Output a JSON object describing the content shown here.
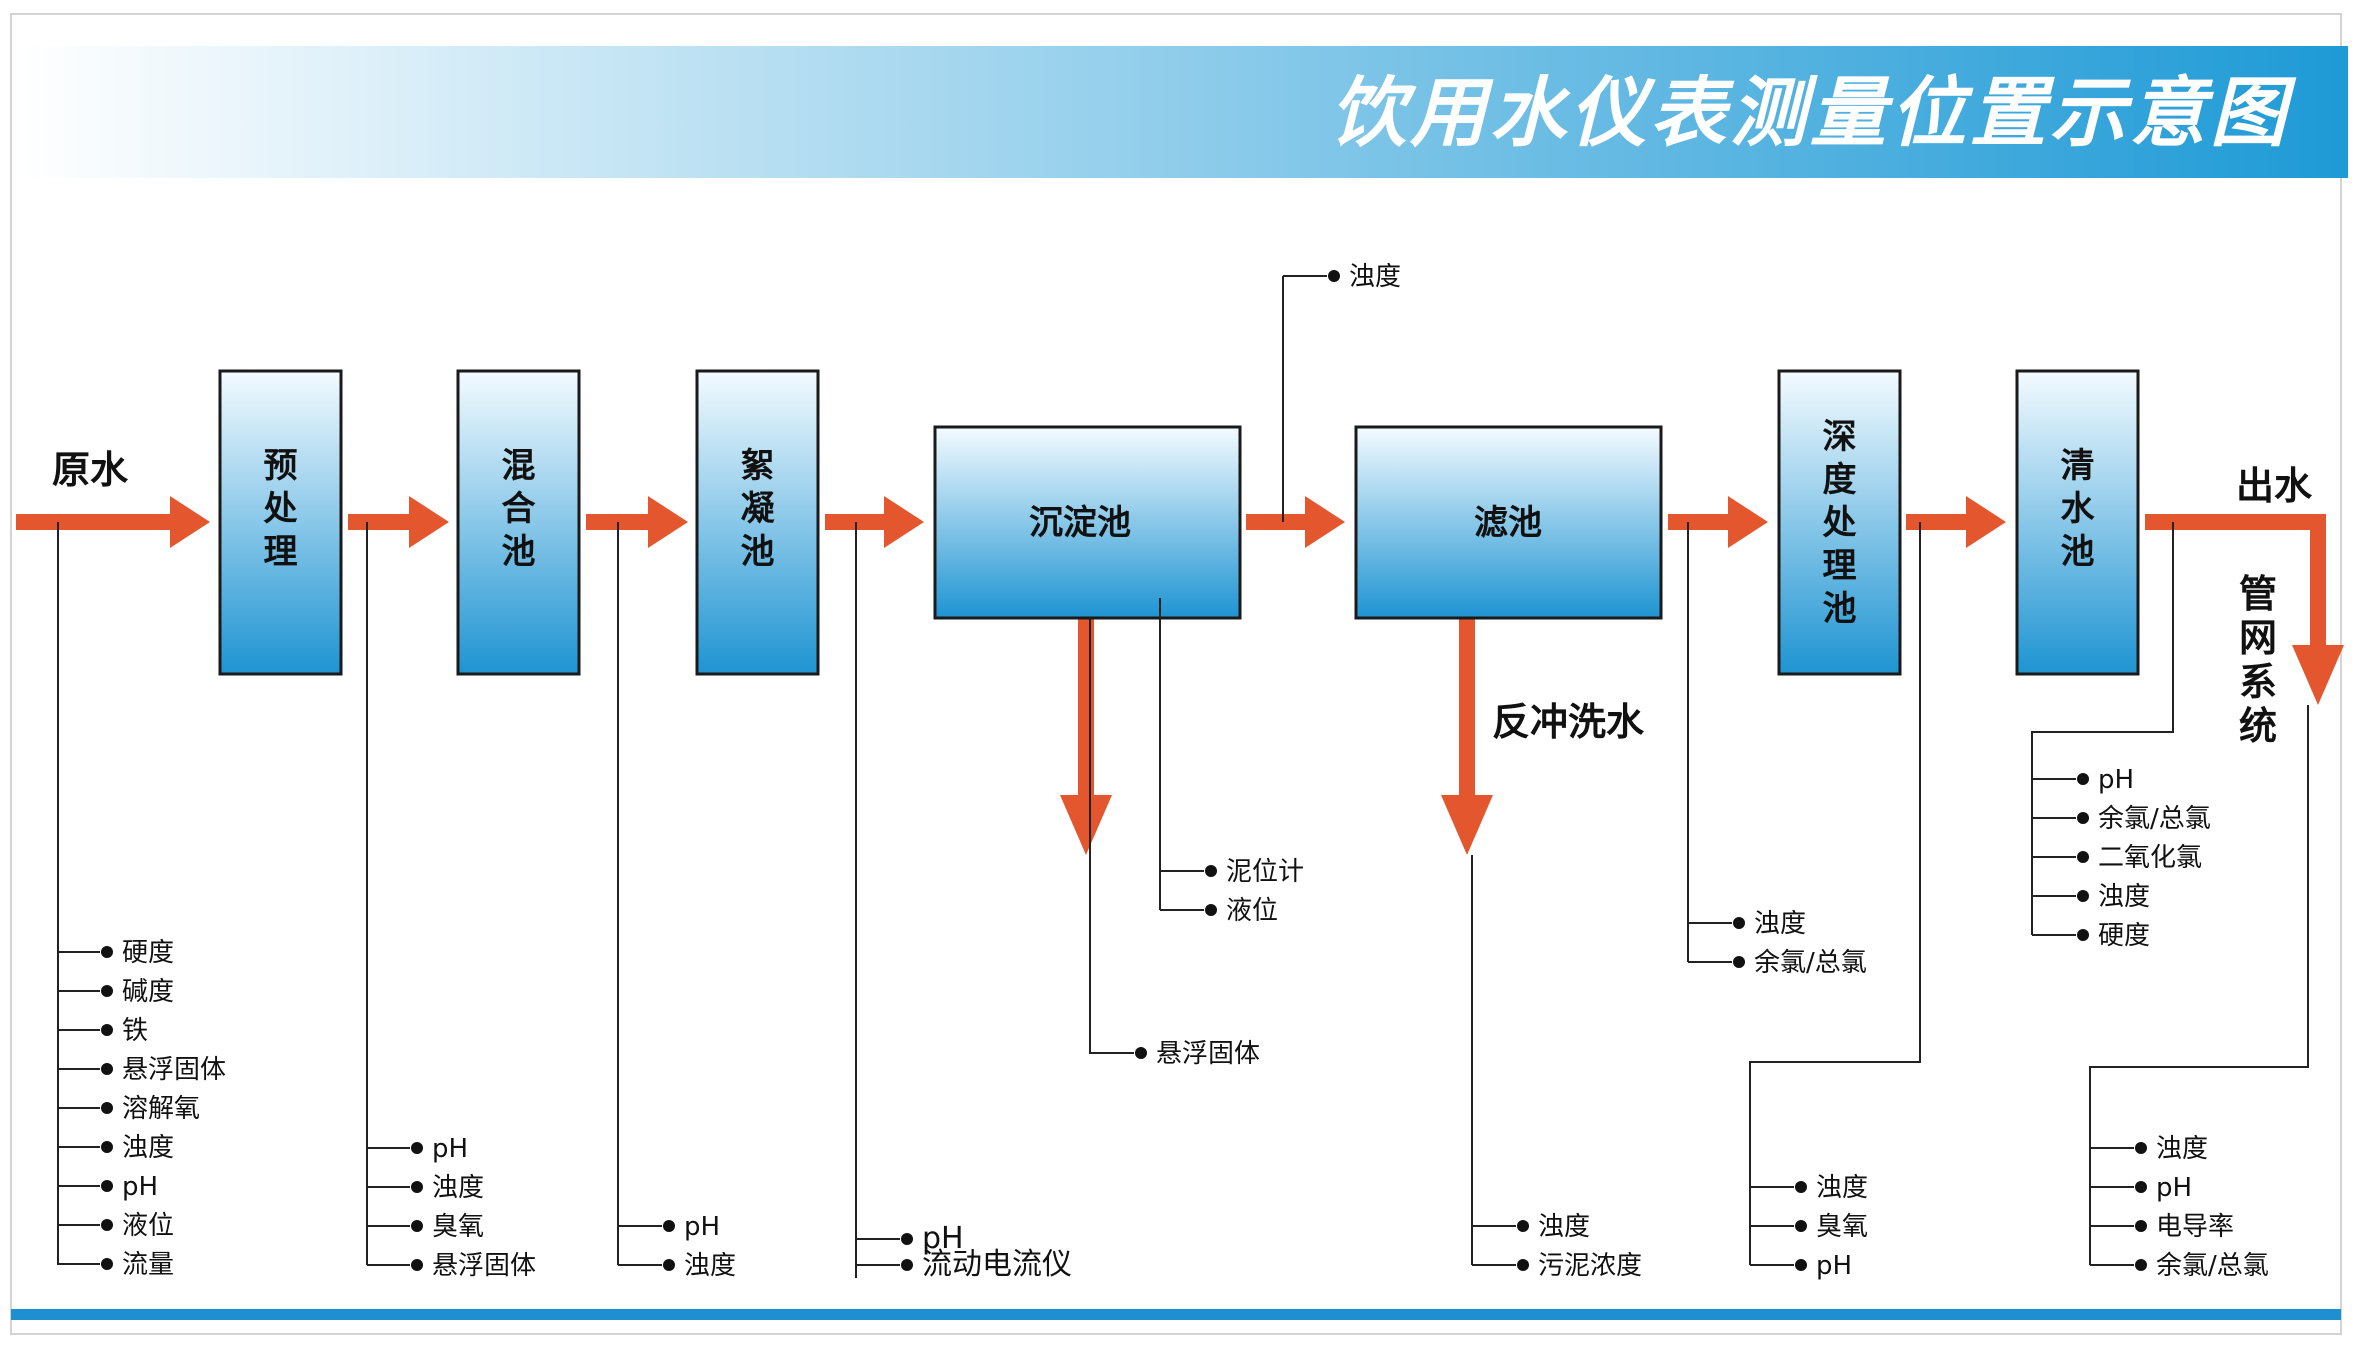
{
  "title": "饮用水仪表测量位置示意图",
  "colors": {
    "header_start": "#ffffff",
    "header_end": "#1e9ad6",
    "box_top": "#f4fbff",
    "box_bottom": "#1e94d2",
    "flow_arrow": "#e4572e",
    "bottom_bar": "#1e8fd0"
  },
  "labels": {
    "raw_water": "原水",
    "outlet_water": "出水",
    "pipe_network": "管网系统",
    "backwash": "反冲洗水"
  },
  "units": [
    {
      "id": "pretreatment",
      "label": "预处理"
    },
    {
      "id": "mixing",
      "label": "混合池"
    },
    {
      "id": "flocculation",
      "label": "絮凝池"
    },
    {
      "id": "sedimentation",
      "label": "沉淀池"
    },
    {
      "id": "filter",
      "label": "滤池"
    },
    {
      "id": "advanced",
      "label": "深度处理池"
    },
    {
      "id": "clearwell",
      "label": "清水池"
    }
  ],
  "groups": {
    "raw": [
      "硬度",
      "碱度",
      "铁",
      "悬浮固体",
      "溶解氧",
      "浊度",
      "pH",
      "液位",
      "流量"
    ],
    "mix": [
      "pH",
      "浊度",
      "臭氧",
      "悬浮固体"
    ],
    "floc": [
      "pH",
      "浊度"
    ],
    "coag": [
      "pH",
      "流动电流仪"
    ],
    "sedi_level": [
      "泥位计",
      "液位"
    ],
    "sedi_sludge": [
      "悬浮固体"
    ],
    "filter_top": [
      "浊度"
    ],
    "backwash": [
      "浊度",
      "污泥浓度"
    ],
    "filter_out": [
      "浊度",
      "余氯/总氯"
    ],
    "advanced_out": [
      "浊度",
      "臭氧",
      "pH"
    ],
    "clearwell": [
      "pH",
      "余氯/总氯",
      "二氧化氯",
      "浊度",
      "硬度"
    ],
    "network": [
      "浊度",
      "pH",
      "电导率",
      "余氯/总氯"
    ]
  }
}
